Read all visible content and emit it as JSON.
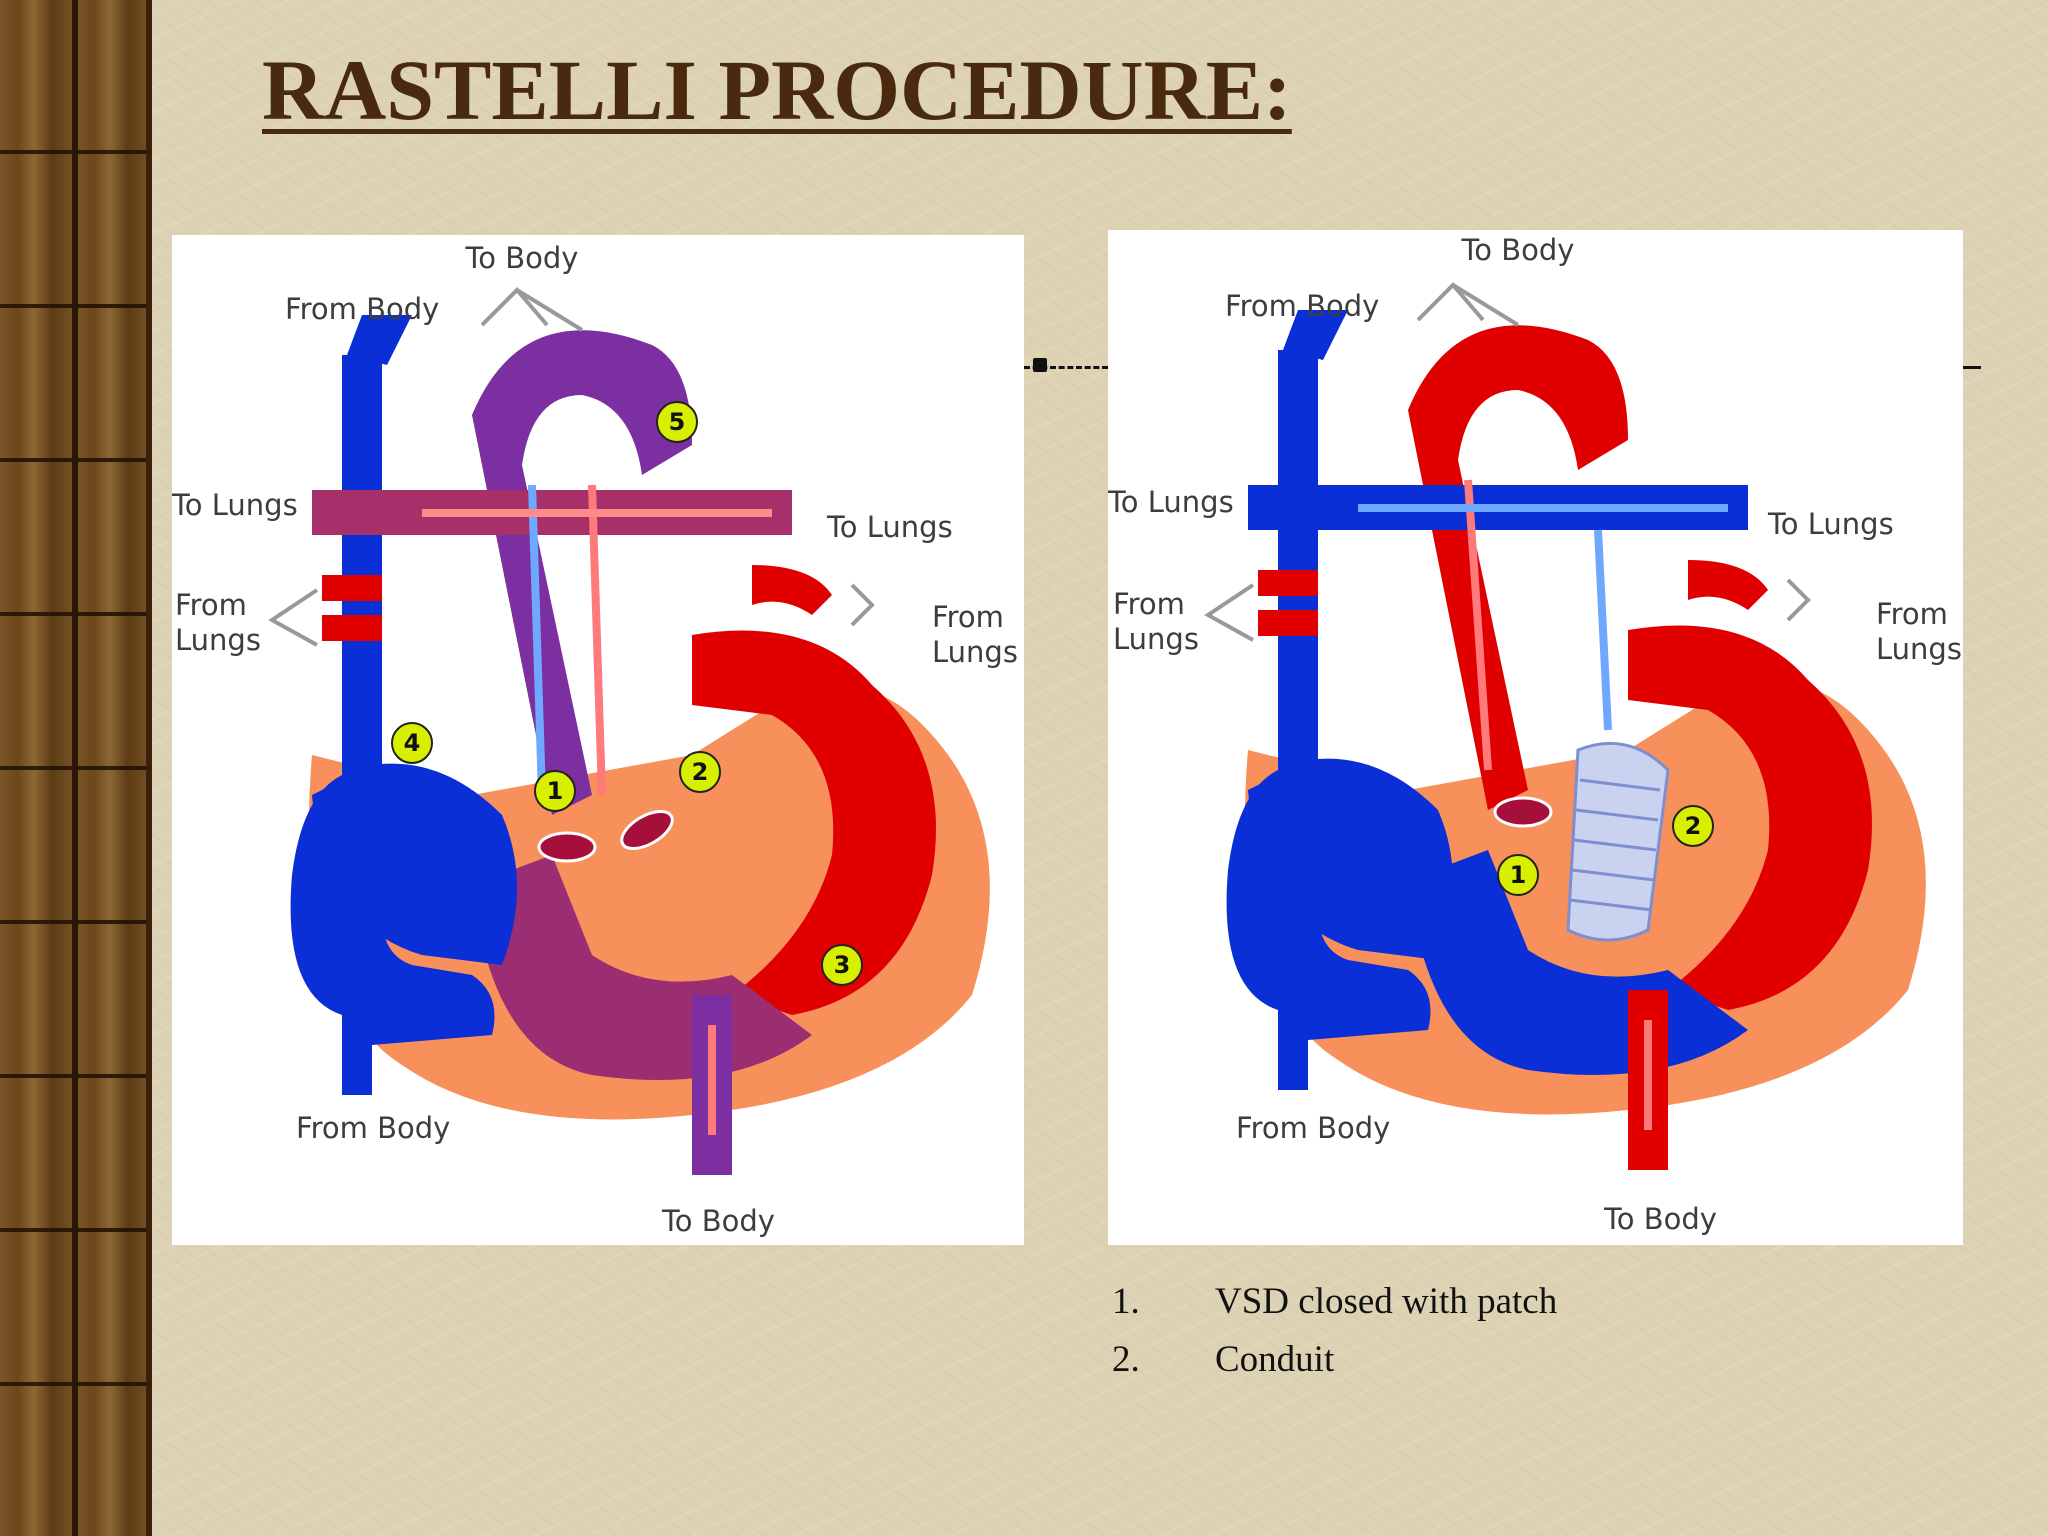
{
  "slide": {
    "title": "RASTELLI PROCEDURE:"
  },
  "left_diagram": {
    "labels": {
      "to_body_top": "To Body",
      "from_body_top": "From Body",
      "to_lungs_left": "To Lungs",
      "to_lungs_right": "To Lungs",
      "from_lungs_left_1": "From",
      "from_lungs_left_2": "Lungs",
      "from_lungs_right_1": "From",
      "from_lungs_right_2": "Lungs",
      "from_body_bottom": "From Body",
      "to_body_bottom": "To Body"
    },
    "markers": [
      "1",
      "2",
      "3",
      "4",
      "5"
    ]
  },
  "right_diagram": {
    "labels": {
      "to_body_top": "To Body",
      "from_body_top": "From Body",
      "to_lungs_left": "To Lungs",
      "to_lungs_right": "To Lungs",
      "from_lungs_left_1": "From",
      "from_lungs_left_2": "Lungs",
      "from_lungs_right_1": "From",
      "from_lungs_right_2": "Lungs",
      "from_body_bottom": "From Body",
      "to_body_bottom": "To Body"
    },
    "markers": [
      "1",
      "2"
    ]
  },
  "legend": [
    {
      "number": "1.",
      "text": "VSD closed with patch"
    },
    {
      "number": "2.",
      "text": "Conduit"
    }
  ],
  "colors": {
    "oxygenated": "#e00000",
    "deoxygenated": "#0a2fd6",
    "mixed": "#7b2fa0",
    "heart_wall": "#f7905a",
    "marker_fill": "#d8f000",
    "title": "#4a2a0e"
  }
}
